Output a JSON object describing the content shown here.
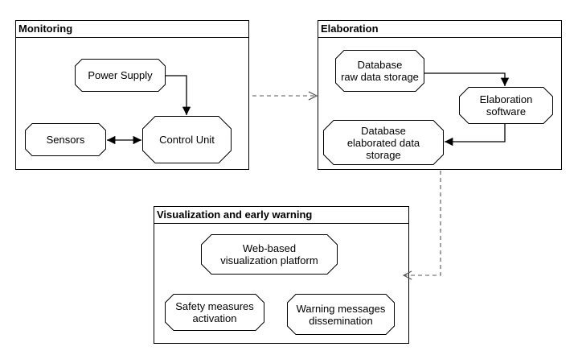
{
  "groups": {
    "monitoring": "Monitoring",
    "elaboration": "Elaboration",
    "visualization": "Visualization and early warning"
  },
  "nodes": {
    "power_supply": "Power Supply",
    "sensors": "Sensors",
    "control_unit": "Control Unit",
    "db_raw": [
      "Database",
      "raw data storage"
    ],
    "elaboration_software": [
      "Elaboration",
      "software"
    ],
    "db_elaborated": [
      "Database",
      "elaborated data",
      "storage"
    ],
    "web_platform": [
      "Web-based",
      "visualization platform"
    ],
    "safety_measures": [
      "Safety measures",
      "activation"
    ],
    "warning_messages": [
      "Warning messages",
      "dissemination"
    ]
  }
}
